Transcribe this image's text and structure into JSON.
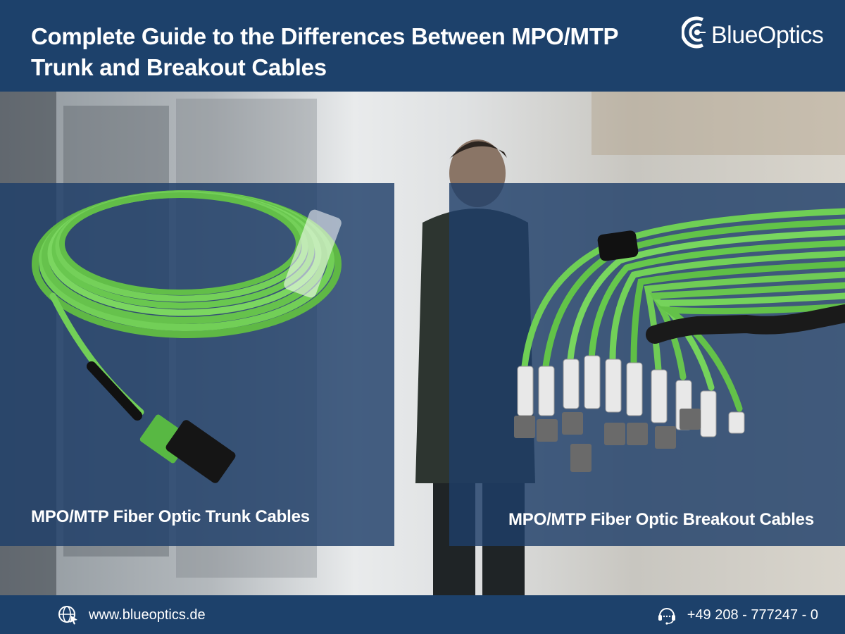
{
  "header": {
    "title": "Complete Guide to the Differences Between MPO/MTP Trunk and Breakout Cables",
    "logo_text": "BlueOptics",
    "logo_icon": "blueoptics-logo-icon"
  },
  "panels": [
    {
      "caption": "MPO/MTP Fiber Optic Trunk Cables",
      "image": "trunk-cable-image"
    },
    {
      "caption": "MPO/MTP Fiber Optic Breakout Cables",
      "image": "breakout-cable-image"
    }
  ],
  "footer": {
    "website": "www.blueoptics.de",
    "website_icon": "globe-cursor-icon",
    "phone": "+49 208 - 777247 - 0",
    "phone_icon": "headset-icon"
  },
  "colors": {
    "brand_blue": "#1d416b",
    "panel_blue": "#1e3e69",
    "cable_green": "#6ccf52"
  }
}
